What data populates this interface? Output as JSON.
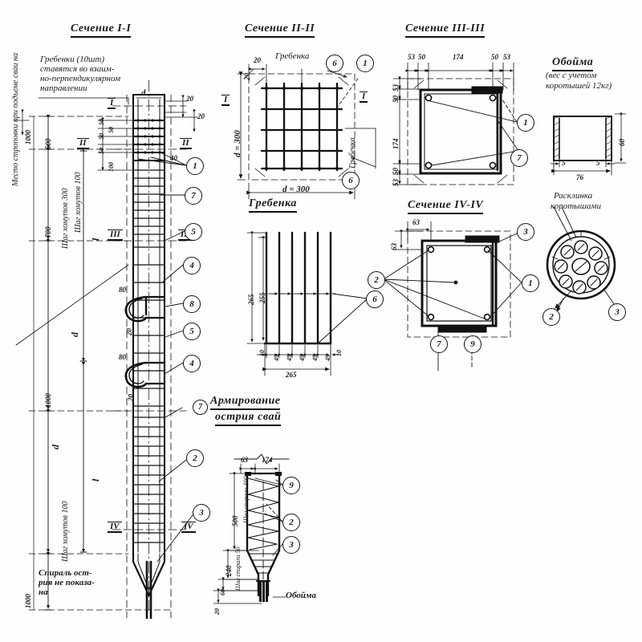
{
  "sheet": {
    "background": "#fefefe",
    "ink": "#111111",
    "drawing_kind": "reinforced-concrete-pile-reinforcement-drawing"
  },
  "titles": {
    "section_1": "Сечение I-I",
    "section_2": "Сечение II-II",
    "section_3": "Сечение III-III",
    "section_4": "Сечение IV-IV",
    "grebenka": "Гребенка",
    "obojma": "Обойма",
    "obojma_sub1": "(вес с учетом",
    "obojma_sub2": "коротышей 12кг)",
    "rasklinka_1": "Расклинка",
    "rasklinka_2": "коротышами",
    "armirovanie_1": "Армирование",
    "armirovanie_2": "острия свай"
  },
  "notes": {
    "grebenki_note": "Гребенки (10шт)\nставятся во взаим-\nно-перпендикулярном\nнаправлении",
    "spiral_note": "Спираль ост-\nрия не показа-\nна",
    "hoist_note": "Место строповки при подъеме сваи на",
    "hoist_dim": "1000"
  },
  "section1": {
    "label_d_top": "d",
    "dims_right": [
      "20",
      "20"
    ],
    "dims_left_cluster": [
      "50",
      "50",
      "50",
      "50",
      "100"
    ],
    "dim_500": "500",
    "dim_700": "700",
    "dim_1000": "1000",
    "dim_1000_bottom": "1000",
    "step_hoop_100": "Шаг хомутов 100",
    "step_hoop_300": "Шаг хомутов 300",
    "step_hoop_100_low": "Шаг хомутов 100",
    "len_l_upper": "l",
    "len_l_mid": "l",
    "len_d1": "d",
    "len_d2": "d",
    "dim_80_a": "80",
    "dim_20_a": "20",
    "dim_80_b": "80",
    "dim_20_b": "20",
    "dim_40": "40",
    "section_marks": [
      "I",
      "II",
      "II",
      "III",
      "III",
      "IV",
      "IV",
      "I"
    ],
    "balloons": [
      "1",
      "7",
      "5",
      "4",
      "8",
      "5",
      "4",
      "7",
      "2",
      "3"
    ]
  },
  "section2": {
    "dim_top_20a": "20",
    "dim_top_20b": "20",
    "dim_side": "d = 300",
    "dim_bottom": "d = 300",
    "label_grebenka_top": "Гребенка",
    "label_grebenka_side": "Гребенка",
    "balloon_top": "6",
    "balloon_bottom": "6",
    "balloon_right": "1",
    "section_mark": "I"
  },
  "section3": {
    "dims_top": [
      "53",
      "50",
      "174",
      "50",
      "53"
    ],
    "dims_left": [
      "53",
      "50",
      "174",
      "50",
      "53"
    ],
    "balloons": [
      "1",
      "7"
    ]
  },
  "section4": {
    "dim_h": "63",
    "dim_v": "63",
    "balloons": [
      "3",
      "1",
      "2",
      "7",
      "9"
    ]
  },
  "grebenka": {
    "dim_outer_v": "265",
    "dim_inner_v": "255",
    "dim_outer_h": "265",
    "dims_bottom": [
      "10",
      "49",
      "49",
      "49",
      "49",
      "49",
      "10"
    ],
    "balloon": "6",
    "teeth_count": 6
  },
  "obojma": {
    "dim_width": "76",
    "dim_height": "60",
    "dim_wall_left": "5",
    "dim_wall_right": "5"
  },
  "rasklinka": {
    "balloon_left": "2",
    "balloon_right": "3",
    "bar_count": 8
  },
  "tip": {
    "dim_63": "63",
    "dim_174": "174",
    "dim_500": "500",
    "dim_240": "240",
    "dim_60": "60",
    "dim_20": "20",
    "step_spiral_100": "Шаг спирали 100",
    "step_spiral_50": "Шаг спирали 50",
    "label_obojma": "Обойма",
    "balloons": [
      "9",
      "2",
      "3"
    ]
  }
}
